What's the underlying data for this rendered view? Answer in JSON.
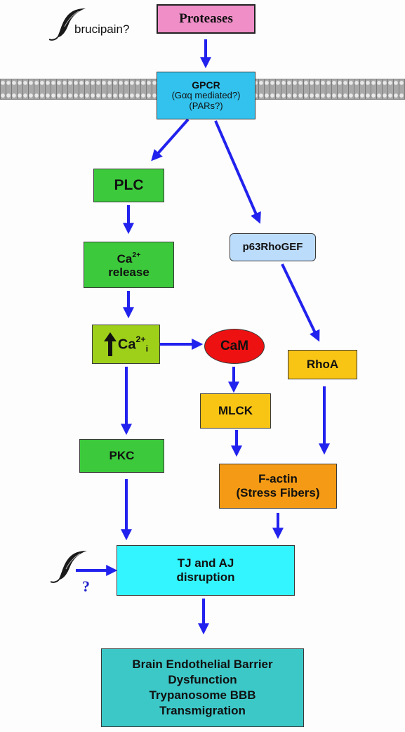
{
  "organism_label": "brucipain?",
  "unknown_label": "?",
  "nodes": {
    "proteases": "Proteases",
    "gpcr": {
      "title": "GPCR",
      "line2": "(Gαq mediated?)",
      "line3": "(PARs?)"
    },
    "plc": "PLC",
    "ca_release": {
      "ion": "Ca",
      "charge": "2+",
      "line2": "release"
    },
    "ca_i": {
      "ion": "Ca",
      "charge": "2+",
      "subscript": "i"
    },
    "cam": "CaM",
    "p63rhogef": "p63RhoGEF",
    "rhoa": "RhoA",
    "mlck": "MLCK",
    "pkc": "PKC",
    "factin": {
      "line1": "F-actin",
      "line2": "(Stress Fibers)"
    },
    "tj_aj": {
      "line1": "TJ and AJ",
      "line2": "disruption"
    },
    "outcome": {
      "line1": "Brain Endothelial Barrier",
      "line2": "Dysfunction",
      "line3": "Trypanosome BBB",
      "line4": "Transmigration"
    }
  },
  "colors": {
    "proteases": "#f08ec8",
    "gpcr": "#33c2ee",
    "green": "#3cc93c",
    "ca_i": "#9ed01a",
    "cam": "#ee1111",
    "p63rhogef": "#bcdcfb",
    "yellow": "#f9c515",
    "factin": "#f49a14",
    "tj_aj": "#33f5ff",
    "outcome": "#3dc8c8",
    "arrow": "#2222ee"
  }
}
